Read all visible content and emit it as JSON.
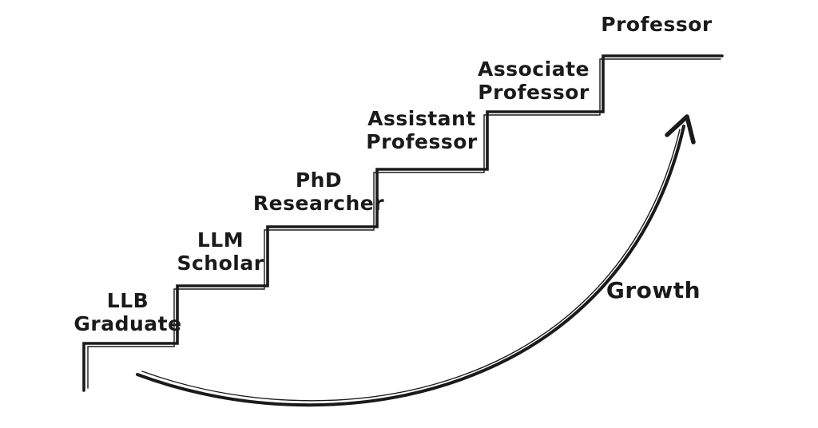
{
  "diagram": {
    "type": "staircase-progression",
    "colors": {
      "ink": "#1a1a1a",
      "background": "#ffffff"
    },
    "steps": [
      {
        "lines": [
          "LLB",
          "Graduate"
        ]
      },
      {
        "lines": [
          "LLM",
          "Scholar"
        ]
      },
      {
        "lines": [
          "PhD",
          "Researcher"
        ]
      },
      {
        "lines": [
          "Assistant",
          "Professor"
        ]
      },
      {
        "lines": [
          "Associate",
          "Professor"
        ]
      },
      {
        "lines": [
          "Professor"
        ]
      }
    ],
    "arrow_label": "Growth"
  }
}
